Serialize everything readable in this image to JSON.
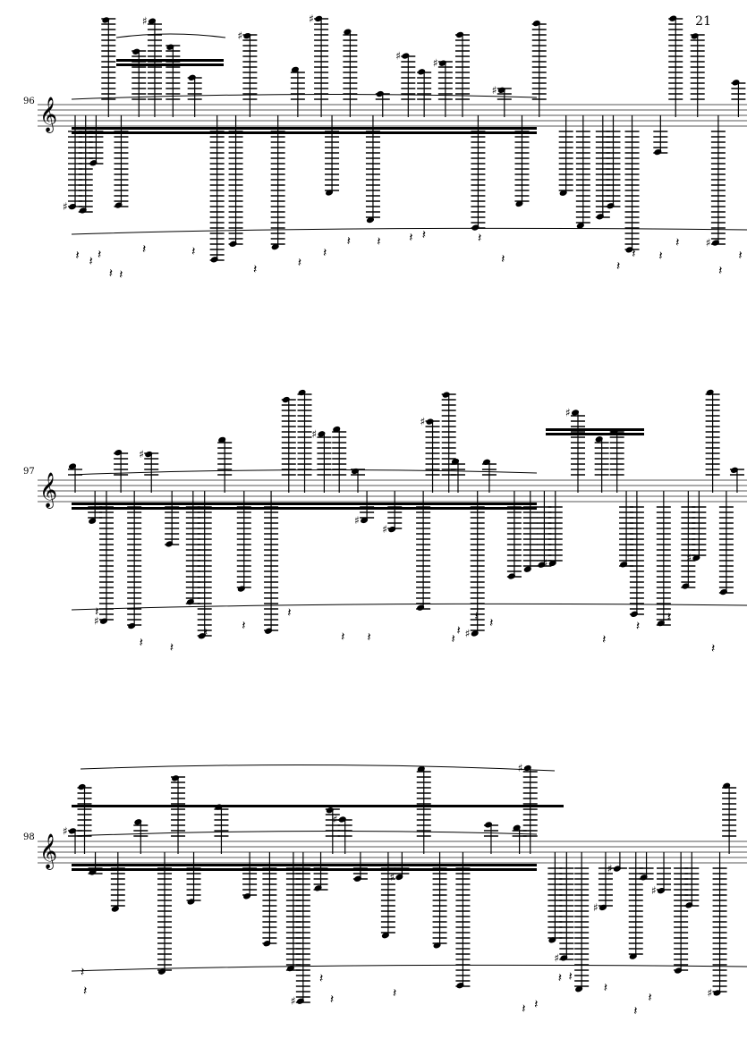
{
  "page": {
    "number": "21"
  },
  "systems": [
    {
      "measure_number": "96",
      "clef": "treble-clef"
    },
    {
      "measure_number": "97",
      "clef": "treble-clef"
    },
    {
      "measure_number": "98",
      "clef": "treble-clef"
    }
  ],
  "colors": {
    "ink": "#000000",
    "staff": "#555555",
    "paper": "#ffffff"
  }
}
